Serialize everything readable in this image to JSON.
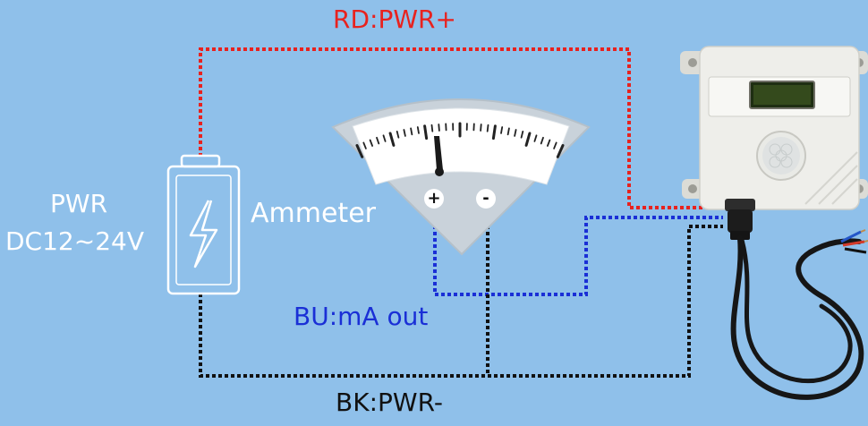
{
  "labels": {
    "red_wire": "RD:PWR+",
    "blue_wire": "BU:mA out",
    "black_wire": "BK:PWR-",
    "power_title": "PWR",
    "power_voltage": "DC12~24V",
    "ammeter": "Ammeter"
  },
  "terminals": {
    "plus": "+",
    "minus": "-"
  },
  "colors": {
    "background": "#8fc0ea",
    "red_wire": "#e8221e",
    "blue_wire": "#1a2fd6",
    "black_wire": "#111111",
    "label_white": "#ffffff"
  },
  "icons": {
    "battery": "battery-icon",
    "lightning": "lightning-bolt-icon",
    "ammeter": "ammeter-gauge-icon",
    "sensor": "motion-sensor-device-icon"
  }
}
